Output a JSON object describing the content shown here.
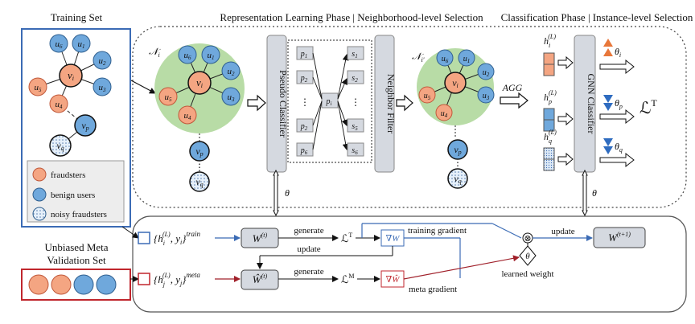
{
  "headers": {
    "training_set": "Training Set",
    "representation_phase": "Representation Learning Phase | Neighborhood-level Selection",
    "classification_phase": "Classification Phase | Instance-level Selection",
    "unbiased_meta_validation_line1": "Unbiased Meta",
    "unbiased_meta_validation_line2": "Validation Set"
  },
  "legend": {
    "fraudsters": "fraudsters",
    "benign_users": "benign users",
    "noisy_fraudsters": "noisy fraudsters"
  },
  "graph": {
    "node_center": "v",
    "node_center_sub": "i",
    "neighbors": [
      "u6",
      "u1",
      "u2",
      "u3",
      "u4",
      "u5"
    ],
    "node_p": "v",
    "node_p_sub": "p",
    "node_q": "v",
    "node_q_sub": "q",
    "neighborhood_label": "𝒩",
    "neighborhood_sub": "i",
    "filtered_neighborhood_sub": "i′"
  },
  "modules": {
    "pseudo_classifier": "Pseudo Classifier",
    "neighbor_filter": "Neighbor Filter",
    "gnn_classifier": "GNN Classifier",
    "agg": "AGG",
    "theta": "θ",
    "dots": "⋮"
  },
  "pseudo_labels": {
    "p_items": [
      "p1",
      "p2",
      "p2",
      "p6"
    ],
    "center": "pi",
    "s_items": [
      "s1",
      "s2",
      "s5",
      "s6"
    ]
  },
  "embeddings": {
    "h_i": "h",
    "sup": "(L)",
    "subs": [
      "i",
      "p",
      "q"
    ]
  },
  "weights": {
    "theta_i": "θi",
    "theta_p": "θp",
    "theta_q": "θq",
    "loss_T": "ℒ",
    "loss_T_sup": "T"
  },
  "meta": {
    "train_set": "{hi(L), yi}",
    "train_sup": "train",
    "meta_set": "{hj(L), yj}",
    "meta_sup": "meta",
    "W_t": "W(t)",
    "W_hat_t": "Ŵ(t)",
    "generate": "generate",
    "update": "update",
    "loss_T": "ℒT",
    "loss_M": "ℒM",
    "grad_W": "∇W",
    "grad_W_hat": "∇Ŵ",
    "training_gradient": "training gradient",
    "meta_gradient": "meta gradient",
    "learned_weight": "learned weight",
    "update2": "update",
    "W_t1": "W(t+1)",
    "otimes": "⊗",
    "theta": "θ"
  },
  "colors": {
    "fraud": "#f4a582",
    "fraud_stroke": "#c0583a",
    "benign": "#6fa8dc",
    "benign_stroke": "#2f5f8f",
    "noisy": "#dce9f5",
    "green": "#b8dca6",
    "panel": "#d5d9e0",
    "blue_frame": "#3b6bb5",
    "red_frame": "#c0262d",
    "train_arrow": "#3b6bb5",
    "meta_arrow": "#a0202a",
    "orange_tri": "#e8773a",
    "blue_tri": "#2f6cc0"
  }
}
